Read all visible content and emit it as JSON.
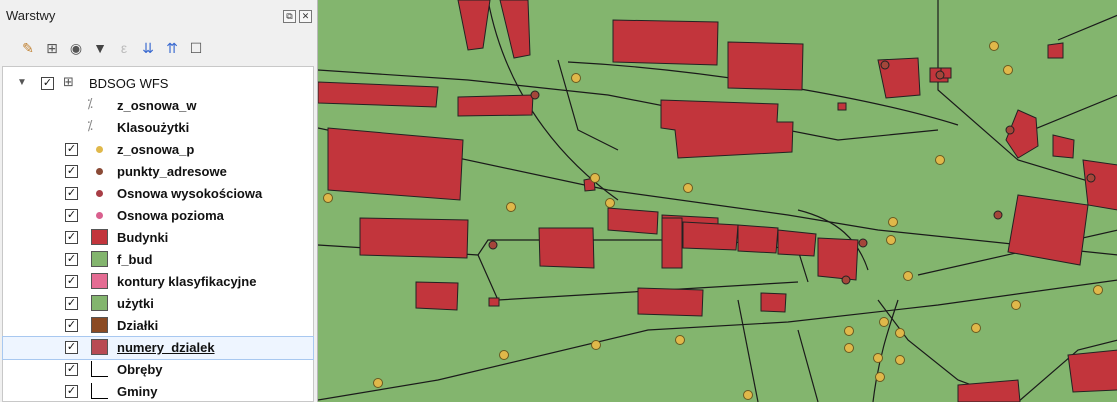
{
  "panel": {
    "title": "Warstwy",
    "float_icon": "float-icon",
    "close_icon": "close-icon"
  },
  "toolbar": {
    "icons": [
      "style-brush-icon",
      "add-group-icon",
      "visibility-eye-icon",
      "filter-icon",
      "filter-expression-icon",
      "expand-all-icon",
      "collapse-all-icon",
      "remove-layer-icon"
    ]
  },
  "tree": {
    "group": {
      "label": "BDSOG WFS",
      "checked": true
    },
    "layers": [
      {
        "label": "z_osnowa_w",
        "kind": "none"
      },
      {
        "label": "Klasoużytki",
        "kind": "none"
      },
      {
        "label": "z_osnowa_p",
        "kind": "point",
        "color": "#e0b84a",
        "checked": true
      },
      {
        "label": "punkty_adresowe",
        "kind": "point",
        "color": "#8a4a36",
        "checked": true
      },
      {
        "label": "Osnowa wysokościowa",
        "kind": "point",
        "color": "#a83e46",
        "checked": true
      },
      {
        "label": "Osnowa pozioma",
        "kind": "point",
        "color": "#d9608e",
        "checked": true
      },
      {
        "label": "Budynki",
        "kind": "fill",
        "color": "#c2353c",
        "checked": true
      },
      {
        "label": "f_bud",
        "kind": "fill",
        "color": "#83b56e",
        "checked": true
      },
      {
        "label": "kontury klasyfikacyjne",
        "kind": "fill",
        "color": "#e46c93",
        "checked": true
      },
      {
        "label": "użytki",
        "kind": "fill",
        "color": "#83b56e",
        "checked": true
      },
      {
        "label": "Działki",
        "kind": "fill",
        "color": "#8b4a23",
        "checked": true
      },
      {
        "label": "numery_dzialek",
        "kind": "fill",
        "color": "#b84a53",
        "checked": true,
        "selected": true
      },
      {
        "label": "Obręby",
        "kind": "line",
        "color": "#000000",
        "checked": true
      },
      {
        "label": "Gminy",
        "kind": "line",
        "color": "#000000",
        "checked": true
      }
    ]
  },
  "map": {
    "background": "#83b56e",
    "building_color": "#c2353c",
    "point_color": "#e0b84a",
    "address_point_color": "#a4463a"
  }
}
